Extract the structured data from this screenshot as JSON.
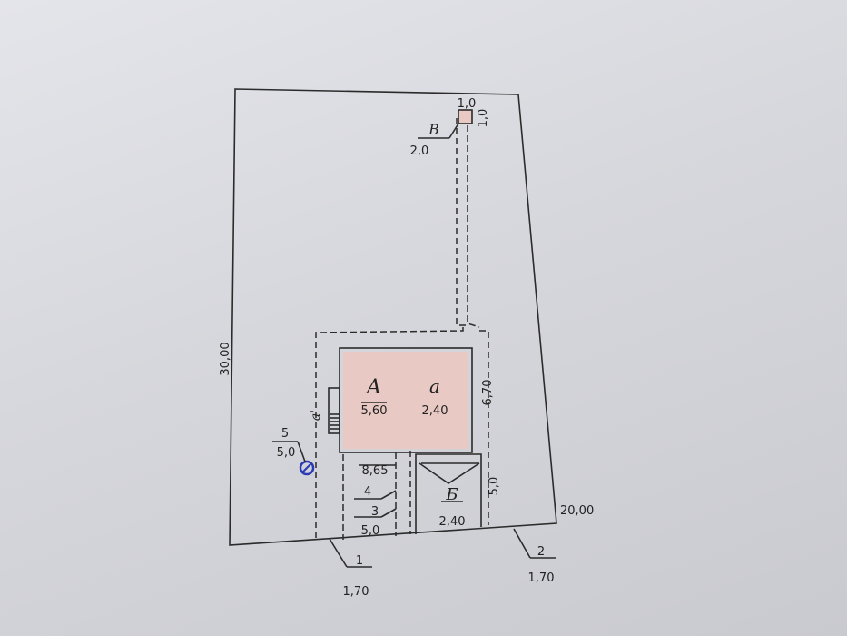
{
  "plan": {
    "plot_length": "30,00",
    "plot_width": "20,00",
    "house": {
      "letter": "А",
      "value": "5,60"
    },
    "porch": {
      "letter": "а",
      "value": "2,40"
    },
    "porch_small": "а'",
    "shed": {
      "letter": "Б",
      "value": "2,40"
    },
    "toilet": {
      "letter": "В",
      "value": "2,0"
    },
    "toilet_size_w": "1,0",
    "toilet_size_h": "1,0",
    "fence_right": "6,70",
    "fence_right_lower": "5,0",
    "fence_3": {
      "num": "3",
      "value": "5,0"
    },
    "fence_4": {
      "num": "4",
      "value": "8,65"
    },
    "well": {
      "num": "5",
      "value": "5,0"
    },
    "gate_1": {
      "num": "1",
      "value": "1,70"
    },
    "gate_2": {
      "num": "2",
      "value": "1,70"
    }
  },
  "colors": {
    "building_fill": "#e8c9c4",
    "well": "#2a3bb5"
  }
}
